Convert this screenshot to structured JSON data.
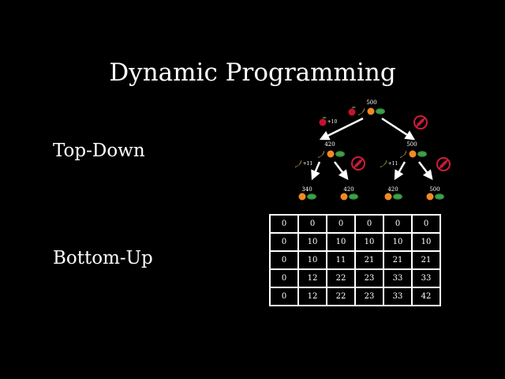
{
  "title": "Dynamic Programming",
  "sections": {
    "top_down": "Top-Down",
    "bottom_up": "Bottom-Up"
  },
  "tree": {
    "root": {
      "value": "500",
      "items": [
        "apple",
        "banana",
        "orange",
        "melon"
      ]
    },
    "level1": [
      {
        "edge": "+10",
        "taken": "apple",
        "value": "420",
        "items": [
          "banana",
          "orange",
          "melon"
        ]
      },
      {
        "edge": "skip",
        "value": "500",
        "items": [
          "banana",
          "orange",
          "melon"
        ]
      }
    ],
    "level2": [
      {
        "parent": 0,
        "edge": "+11",
        "taken": "banana",
        "value": "340",
        "items": [
          "orange",
          "melon"
        ]
      },
      {
        "parent": 0,
        "edge": "skip",
        "value": "420",
        "items": [
          "orange",
          "melon"
        ]
      },
      {
        "parent": 1,
        "edge": "+11",
        "taken": "banana",
        "value": "420",
        "items": [
          "orange",
          "melon"
        ]
      },
      {
        "parent": 1,
        "edge": "skip",
        "value": "500",
        "items": [
          "orange",
          "melon"
        ]
      }
    ]
  },
  "dp_table": [
    [
      "0",
      "0",
      "0",
      "0",
      "0",
      "0"
    ],
    [
      "0",
      "10",
      "10",
      "10",
      "10",
      "10"
    ],
    [
      "0",
      "10",
      "11",
      "21",
      "21",
      "21"
    ],
    [
      "0",
      "12",
      "22",
      "23",
      "33",
      "33"
    ],
    [
      "0",
      "12",
      "22",
      "23",
      "33",
      "42"
    ]
  ],
  "colors": {
    "background": "#000000",
    "apple": "#c8102e",
    "banana": "#d9b44a",
    "orange": "#f08a24",
    "melon": "#2f8f3a",
    "skip_sign": "#d01c3a",
    "foreground": "#ffffff"
  }
}
